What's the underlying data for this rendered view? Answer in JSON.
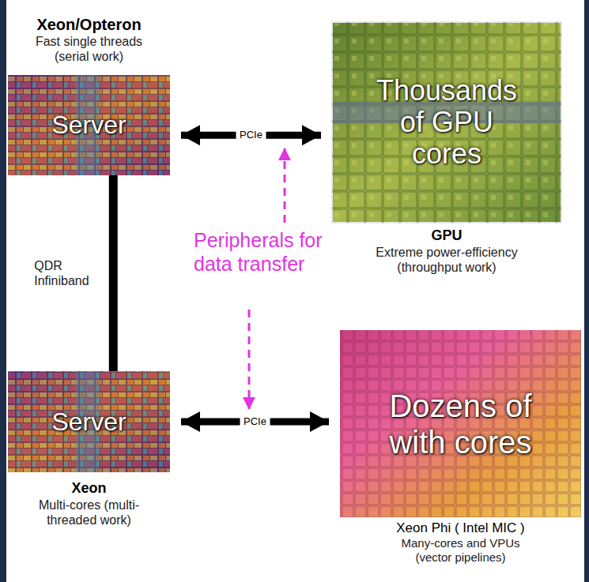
{
  "diagram": {
    "nodes": [
      {
        "text": [
          "Xeon/Opteron",
          "Fast single threads (serial work)",
          "Server"
        ]
      },
      {
        "text": [
          "Thousands of GPU cores",
          "GPU",
          "Extreme power-efficiency (throughput work)"
        ]
      },
      {
        "text": [
          "Server",
          "Xeon",
          "Multi-cores (multi-threaded work)"
        ]
      },
      {
        "text": [
          "Dozens of with cores",
          "Xeon Phi ( Intel MIC )",
          "Many-cores and VPUs (vector pipelines)"
        ]
      }
    ],
    "edges": [
      {
        "from": 0,
        "to": 1,
        "label": "PCIe",
        "arrow": "both"
      },
      {
        "from": 0,
        "to": 2,
        "label": "QDR Infiniband",
        "arrow": "none"
      },
      {
        "from": 2,
        "to": 3,
        "label": "PCIe",
        "arrow": "both"
      }
    ],
    "labels": [
      "Peripherals for data transfer"
    ]
  }
}
